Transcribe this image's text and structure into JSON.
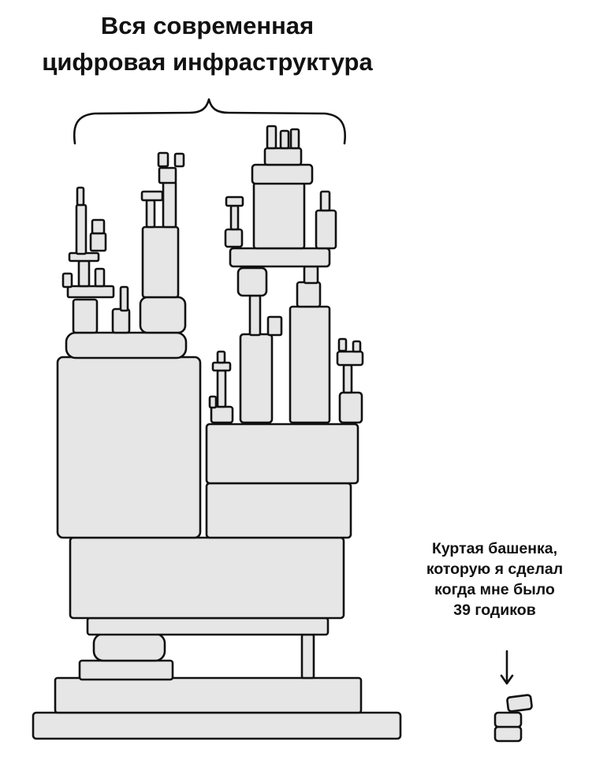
{
  "title": {
    "line1": "Вся современная",
    "line2": "цифровая инфраструктура"
  },
  "annotation": {
    "line1": "Куртая башенка,",
    "line2": "которую я сделал",
    "line3": "когда мне было",
    "line4": "39 годиков"
  },
  "colors": {
    "block_fill": "#e6e6e7",
    "outline": "#111111",
    "background": "#ffffff"
  }
}
